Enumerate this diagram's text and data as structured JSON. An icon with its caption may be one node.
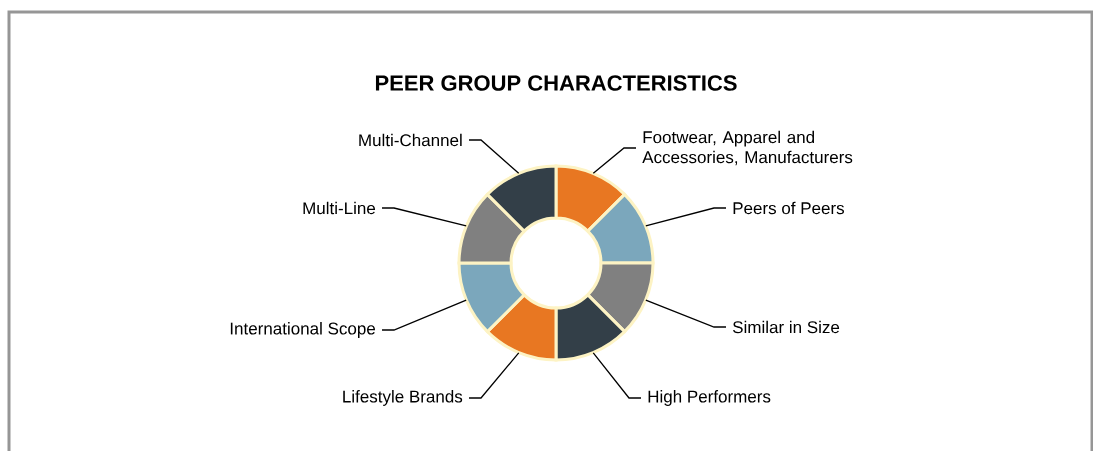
{
  "diagram": {
    "title": "PEER GROUP CHARACTERISTICS",
    "nodes": [
      {
        "text": [
          "Footwear, Apparel and Accessories, Manufacturers"
        ]
      },
      {
        "text": [
          "Peers of Peers"
        ]
      },
      {
        "text": [
          "Similar in Size"
        ]
      },
      {
        "text": [
          "High Performers"
        ]
      },
      {
        "text": [
          "Lifestyle Brands"
        ]
      },
      {
        "text": [
          "International Scope"
        ]
      },
      {
        "text": [
          "Multi-Line"
        ]
      },
      {
        "text": [
          "Multi-Channel"
        ]
      },
      {
        "text": [],
        "shape": "wedge"
      },
      {
        "text": [],
        "shape": "wedge"
      },
      {
        "text": [],
        "shape": "wedge"
      },
      {
        "text": [],
        "shape": "wedge"
      },
      {
        "text": [],
        "shape": "wedge"
      },
      {
        "text": [],
        "shape": "wedge"
      },
      {
        "text": [],
        "shape": "wedge"
      },
      {
        "text": [],
        "shape": "wedge"
      }
    ],
    "edges": [
      {
        "from": 0,
        "to": 8,
        "arrow": "none"
      },
      {
        "from": 1,
        "to": 9,
        "arrow": "none"
      },
      {
        "from": 2,
        "to": 10,
        "arrow": "none"
      },
      {
        "from": 3,
        "to": 11,
        "arrow": "none"
      },
      {
        "from": 4,
        "to": 12,
        "arrow": "none"
      },
      {
        "from": 5,
        "to": 13,
        "arrow": "none"
      },
      {
        "from": 6,
        "to": 14,
        "arrow": "none"
      },
      {
        "from": 7,
        "to": 15,
        "arrow": "none"
      }
    ]
  }
}
